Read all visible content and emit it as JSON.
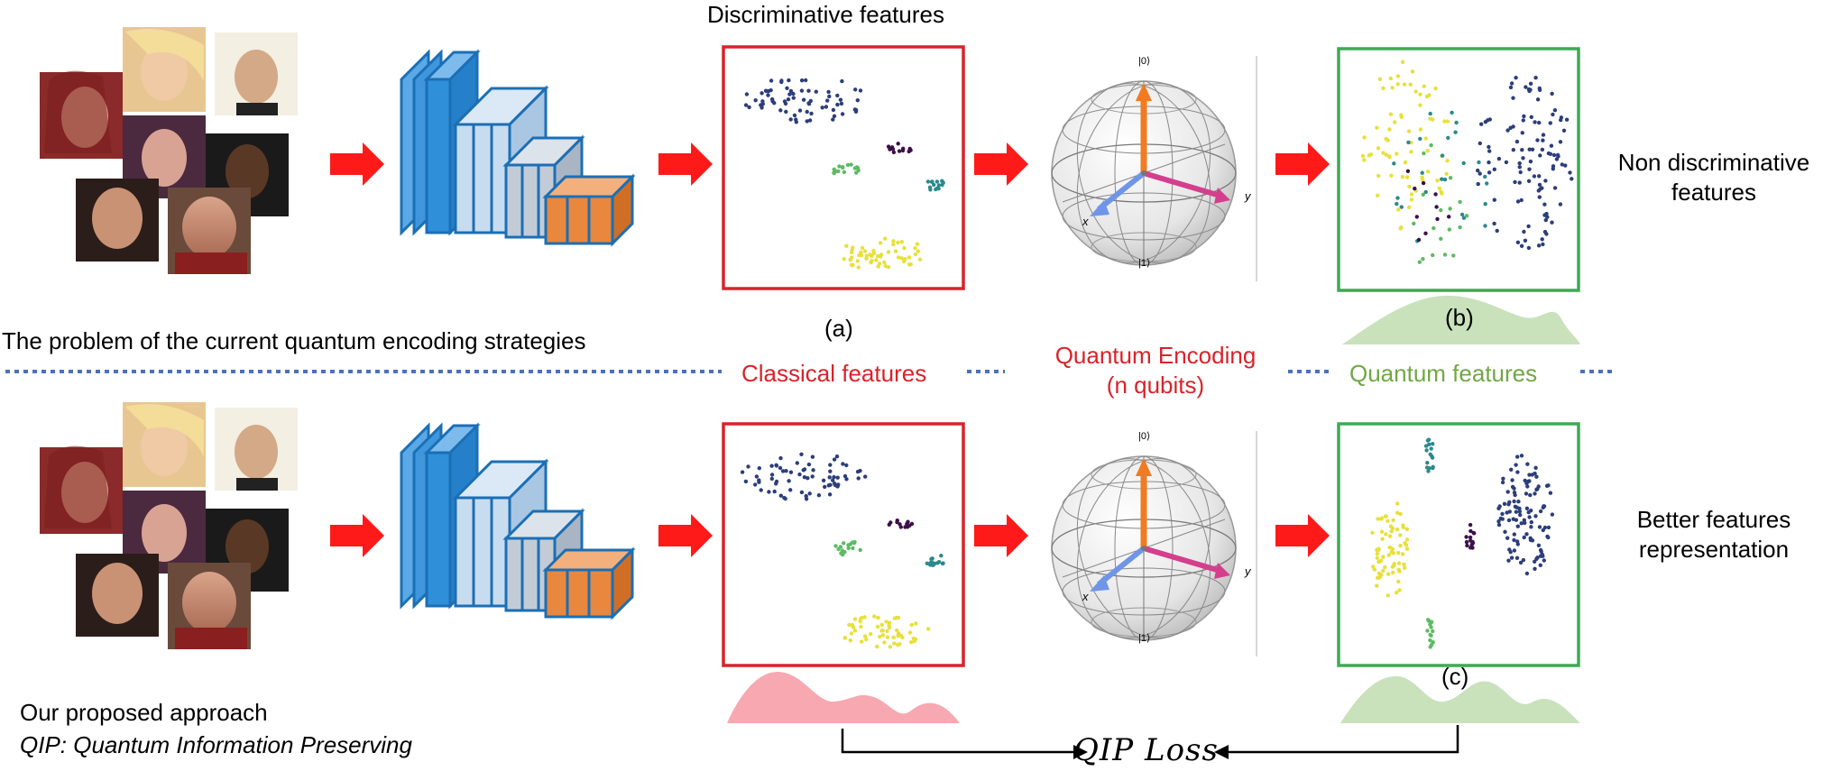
{
  "top_row": {
    "discriminative_title": "Discriminative features",
    "non_discriminative_line1": "Non discriminative",
    "non_discriminative_line2": "features",
    "label_a": "(a)",
    "label_b": "(b)"
  },
  "divider": {
    "problem_text": "The problem of the current quantum encoding strategies",
    "classical_features": "Classical features",
    "quantum_encoding_line1": "Quantum Encoding",
    "quantum_encoding_line2": "(n qubits)",
    "quantum_features": "Quantum features"
  },
  "bottom_row": {
    "better_line1": "Better features",
    "better_line2": "representation",
    "label_c": "(c)",
    "approach_title": "Our proposed approach",
    "approach_subtitle": "QIP: Quantum Information Preserving",
    "loss_label": "QIP Loss"
  },
  "bloch": {
    "ket0": "|0⟩",
    "ket1": "|1⟩",
    "axis_x": "x",
    "axis_y": "y"
  },
  "colors": {
    "arrow_red": "#ff1a1a",
    "box_red": "#d8232a",
    "box_green": "#3daa52",
    "divider_blue": "#4a72b8",
    "cnn_blue": "#2f8fd8",
    "cnn_gray": "#b9c4cf",
    "cnn_orange": "#e8873d",
    "cluster_navy": "#2c3e7a",
    "cluster_yellow": "#e8e03a",
    "cluster_green": "#5dbb63",
    "cluster_purple": "#3d0f4a",
    "cluster_teal": "#2a8a8c",
    "dist_red": "#f7a8b0",
    "dist_green": "#c9e2bc"
  }
}
